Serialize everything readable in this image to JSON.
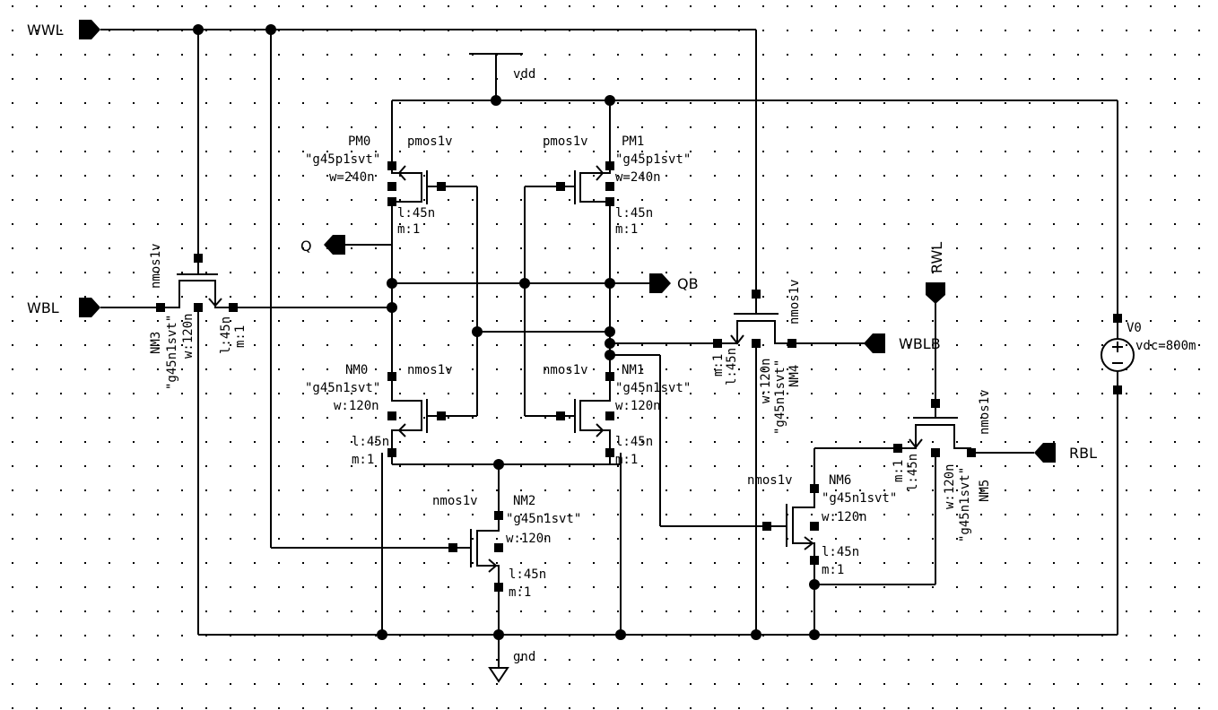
{
  "pins": {
    "wwl": "WWL",
    "wbl": "WBL",
    "q": "Q",
    "qb": "QB",
    "wblb": "WBLB",
    "rwl": "RWL",
    "rbl": "RBL"
  },
  "supply": {
    "vdd": "vdd",
    "gnd": "gnd"
  },
  "source": {
    "name": "V0",
    "value": "vdc=800m"
  },
  "devices": {
    "pm0": {
      "name": "PM0",
      "type": "pmos1v",
      "model": "\"g45p1svt\"",
      "w": "w=240n",
      "l": "l:45n",
      "m": "m:1"
    },
    "pm1": {
      "name": "PM1",
      "type": "pmos1v",
      "model": "\"g45p1svt\"",
      "w": "w=240n",
      "l": "l:45n",
      "m": "m:1"
    },
    "nm0": {
      "name": "NM0",
      "type": "nmos1v",
      "model": "\"g45n1svt\"",
      "w": "w:120n",
      "l": "l:45n",
      "m": "m:1"
    },
    "nm1": {
      "name": "NM1",
      "type": "nmos1v",
      "model": "\"g45n1svt\"",
      "w": "w:120n",
      "l": "l:45n",
      "m": "m:1"
    },
    "nm2": {
      "name": "NM2",
      "type": "nmos1v",
      "model": "\"g45n1svt\"",
      "w": "w:120n",
      "l": "l:45n",
      "m": "m:1"
    },
    "nm3": {
      "name": "NM3",
      "type": "nmos1v",
      "model": "\"g45n1svt\"",
      "w": "w:120n",
      "l": "l:45n",
      "m": "m:1"
    },
    "nm4": {
      "name": "NM4",
      "type": "nmos1v",
      "model": "\"g45n1svt\"",
      "w": "w:120n",
      "l": "l:45n",
      "m": "m:1"
    },
    "nm5": {
      "name": "NM5",
      "type": "nmos1v",
      "model": "\"g45n1svt\"",
      "w": "w:120n",
      "l": "l:45n",
      "m": "m:1"
    },
    "nm6": {
      "name": "NM6",
      "type": "nmos1v",
      "model": "\"g45n1svt\"",
      "w": "w:120n",
      "l": "l:45n",
      "m": "m:1"
    }
  }
}
